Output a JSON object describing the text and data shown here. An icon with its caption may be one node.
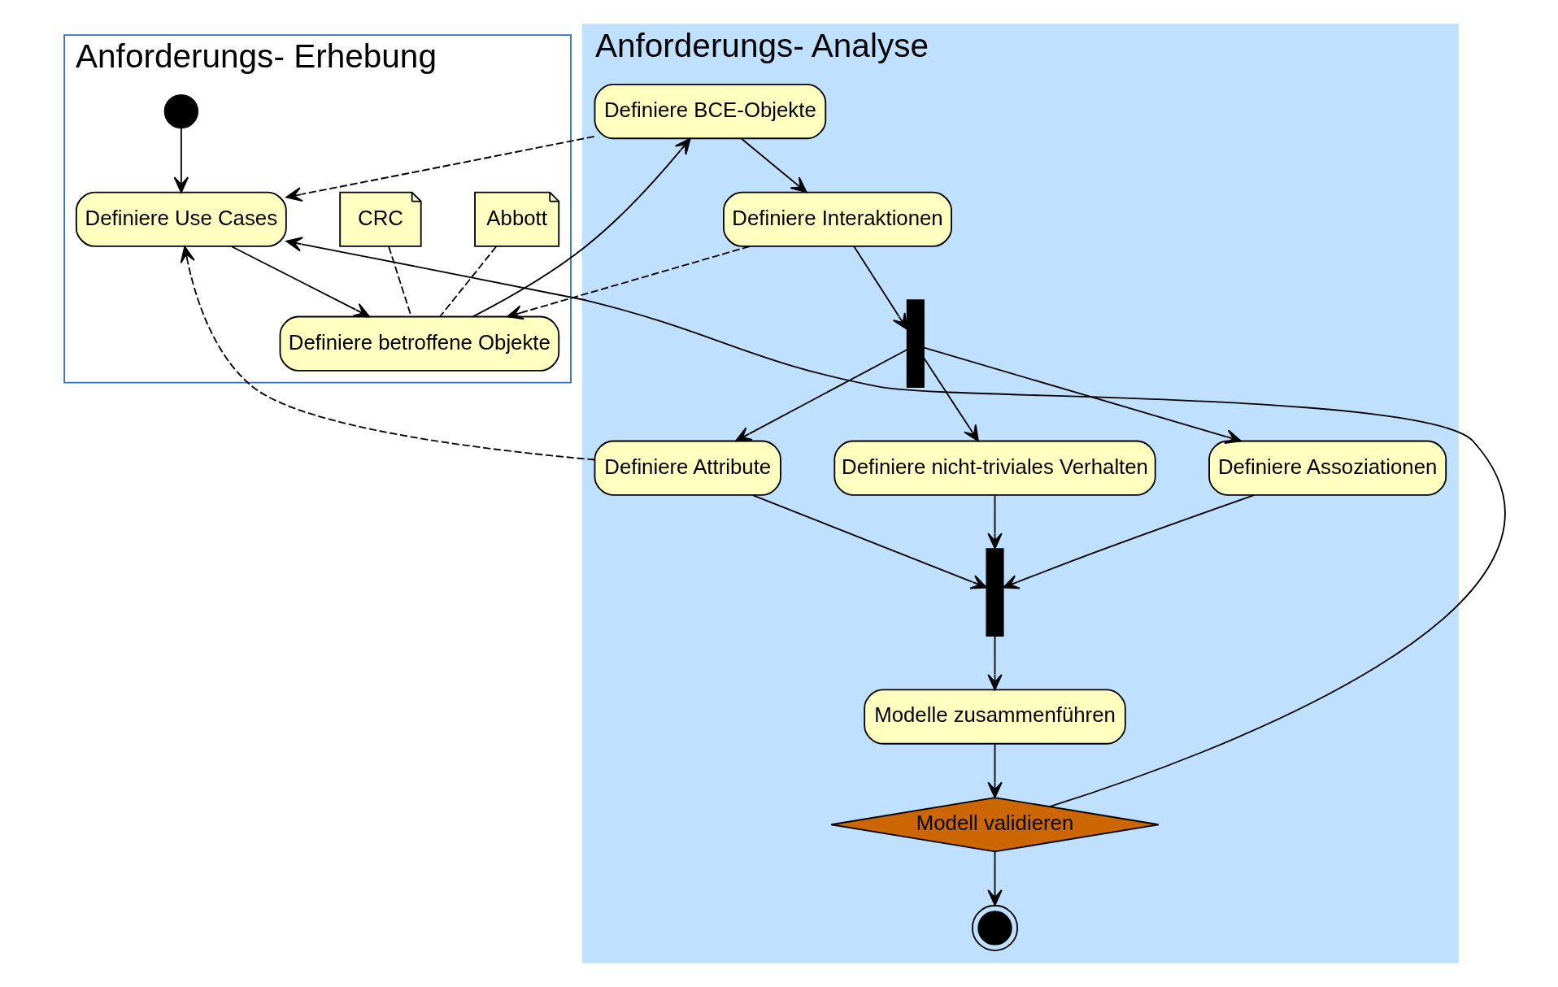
{
  "diagram": {
    "nodes": [
      {
        "text": [
          "Anforderungs- Erhebung"
        ]
      },
      {
        "text": [
          "Anforderungs- Analyse"
        ]
      },
      {
        "text": [],
        "shape": "circle",
        "in": 0
      },
      {
        "text": [
          "Definiere Use Cases"
        ],
        "in": 0
      },
      {
        "text": [
          "Definiere betroffene Objekte"
        ],
        "in": 0
      },
      {
        "text": [
          "Abbott"
        ],
        "in": 0
      },
      {
        "text": [
          "CRC"
        ],
        "in": 0
      },
      {
        "text": [
          "Definiere BCE-Objekte"
        ],
        "in": 1
      },
      {
        "text": [
          "Definiere Interaktionen"
        ],
        "in": 1
      },
      {
        "text": [],
        "shape": "bar",
        "in": 1
      },
      {
        "text": [
          "Definiere Attribute"
        ],
        "in": 1
      },
      {
        "text": [
          "Definiere nicht-triviales Verhalten"
        ],
        "in": 1
      },
      {
        "text": [
          "Definiere Assoziationen"
        ],
        "in": 1
      },
      {
        "text": [],
        "shape": "bar",
        "in": 1
      },
      {
        "text": [
          "Modelle zusammenführen"
        ],
        "in": 1
      },
      {
        "text": [
          "Modell validieren"
        ],
        "in": 1
      },
      {
        "text": [],
        "shape": "circle",
        "in": 1
      }
    ],
    "edges": [
      {
        "from": 2,
        "to": 3,
        "arrow": "to"
      },
      {
        "from": 3,
        "to": 4,
        "arrow": "to"
      },
      {
        "from": 5,
        "to": 4,
        "arrow": "none",
        "style": "dashed"
      },
      {
        "from": 6,
        "to": 4,
        "arrow": "none",
        "style": "dashed"
      },
      {
        "from": 4,
        "to": 7,
        "arrow": "to"
      },
      {
        "from": 7,
        "to": 3,
        "arrow": "to",
        "style": "dashed"
      },
      {
        "from": 7,
        "to": 8,
        "arrow": "to"
      },
      {
        "from": 8,
        "to": 4,
        "arrow": "to",
        "style": "dashed"
      },
      {
        "from": 10,
        "to": 3,
        "arrow": "to",
        "style": "dashed"
      },
      {
        "from": 8,
        "to": 9,
        "arrow": "to"
      },
      {
        "from": 9,
        "to": 10,
        "arrow": "to"
      },
      {
        "from": 9,
        "to": 11,
        "arrow": "to"
      },
      {
        "from": 9,
        "to": 12,
        "arrow": "to"
      },
      {
        "from": 10,
        "to": 13,
        "arrow": "to"
      },
      {
        "from": 11,
        "to": 13,
        "arrow": "to"
      },
      {
        "from": 12,
        "to": 13,
        "arrow": "to"
      },
      {
        "from": 13,
        "to": 14,
        "arrow": "to"
      },
      {
        "from": 14,
        "to": 15,
        "arrow": "to"
      },
      {
        "from": 15,
        "to": 3,
        "arrow": "to"
      },
      {
        "from": 15,
        "to": 16,
        "arrow": "to"
      }
    ]
  }
}
